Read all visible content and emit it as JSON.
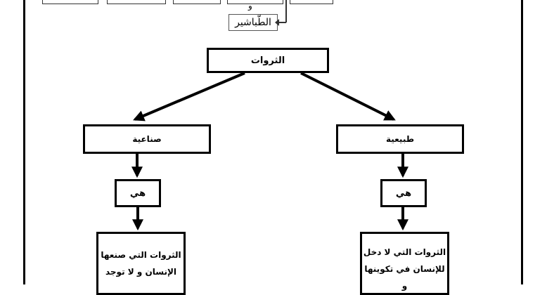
{
  "header": {
    "conjunction": "و",
    "tabashir_box": "الطّباشير"
  },
  "diagram": {
    "root": "الثروات",
    "branches": [
      {
        "label": "صناعية",
        "link": "هي",
        "definition": "الثروات التي صنعها\nالإنسان و لا توجد"
      },
      {
        "label": "طبيعية",
        "link": "هي",
        "definition": "الثروات التي لا دخل\nللإنسان في تكوينها و"
      }
    ]
  }
}
